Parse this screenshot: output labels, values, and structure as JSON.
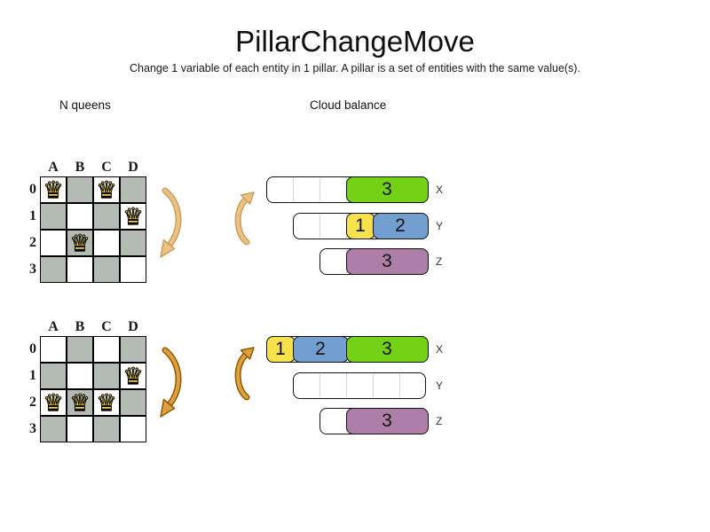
{
  "header": {
    "title": "PillarChangeMove",
    "subtitle": "Change 1 variable of each entity in 1 pillar. A pillar is a set of entities with the same value(s)."
  },
  "sections": {
    "nqueens_label": "N queens",
    "cloud_label": "Cloud balance"
  },
  "colors": {
    "green": "#73d216",
    "yellow": "#f7e14c",
    "blue": "#729fcf",
    "purple": "#ad7fa8",
    "board_dark_square": "#b4bab4",
    "queen_fill": "#fcd325",
    "arrow_light_fill": "#ecc181",
    "arrow_light_outline": "#c9a05f",
    "arrow_dark_fill": "#e0a03f",
    "arrow_dark_outline": "#8f5902"
  },
  "nqueens": {
    "columns": [
      "A",
      "B",
      "C",
      "D"
    ],
    "rows": [
      "0",
      "1",
      "2",
      "3"
    ],
    "boards": [
      {
        "state": "before",
        "queens": [
          {
            "row": 0,
            "col": 0
          },
          {
            "row": 0,
            "col": 2
          },
          {
            "row": 1,
            "col": 3
          },
          {
            "row": 2,
            "col": 1
          }
        ]
      },
      {
        "state": "after",
        "queens": [
          {
            "row": 1,
            "col": 3
          },
          {
            "row": 2,
            "col": 0
          },
          {
            "row": 2,
            "col": 1
          },
          {
            "row": 2,
            "col": 2
          }
        ]
      }
    ]
  },
  "cloud": {
    "states": [
      {
        "state": "before",
        "bars": [
          {
            "label": "X",
            "capacity": 6,
            "blocks": [
              {
                "value": "3",
                "color": "green",
                "start": 3,
                "span": 3
              }
            ]
          },
          {
            "label": "Y",
            "capacity": 5,
            "blocks": [
              {
                "value": "1",
                "color": "yellow",
                "start": 2,
                "span": 1
              },
              {
                "value": "2",
                "color": "blue",
                "start": 3,
                "span": 2
              }
            ]
          },
          {
            "label": "Z",
            "capacity": 4,
            "blocks": [
              {
                "value": "3",
                "color": "purple",
                "start": 1,
                "span": 3
              }
            ]
          }
        ]
      },
      {
        "state": "after",
        "bars": [
          {
            "label": "X",
            "capacity": 6,
            "blocks": [
              {
                "value": "1",
                "color": "yellow",
                "start": 0,
                "span": 1
              },
              {
                "value": "2",
                "color": "blue",
                "start": 1,
                "span": 2
              },
              {
                "value": "3",
                "color": "green",
                "start": 3,
                "span": 3
              }
            ]
          },
          {
            "label": "Y",
            "capacity": 5,
            "blocks": []
          },
          {
            "label": "Z",
            "capacity": 4,
            "blocks": [
              {
                "value": "3",
                "color": "purple",
                "start": 1,
                "span": 3
              }
            ]
          }
        ]
      }
    ]
  }
}
